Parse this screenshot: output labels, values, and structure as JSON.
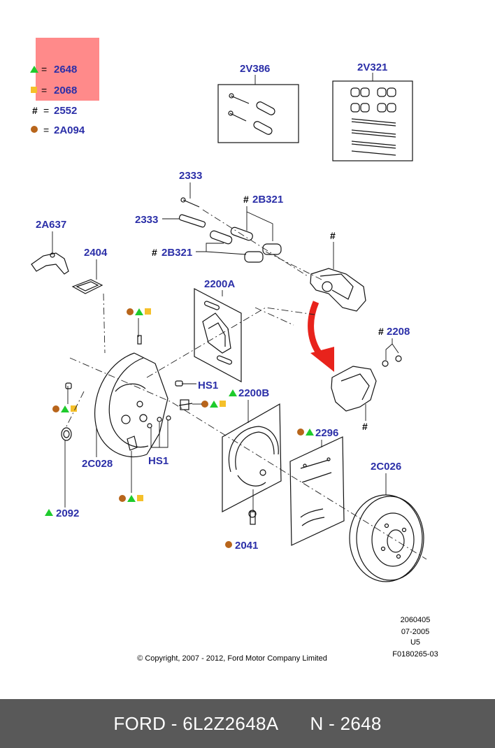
{
  "legend": {
    "triangle_value": "2648",
    "square_value": "2068",
    "hash_symbol": "#",
    "hash_value": "2552",
    "circle_value": "2A094",
    "equals": "=",
    "highlight_color": "#ff8a8a"
  },
  "symbols": {
    "hash": "#",
    "triangle_color": "#1ecb2c",
    "square_color": "#f5c02a",
    "circle_color": "#b8651b",
    "arrow_color": "#e8231c"
  },
  "parts": {
    "p_2v386": "2V386",
    "p_2v321": "2V321",
    "p_2333_top": "2333",
    "p_2333_mid": "2333",
    "p_2b321_top": "2B321",
    "p_2b321_left": "2B321",
    "p_2a637": "2A637",
    "p_2404": "2404",
    "p_2200a": "2200A",
    "p_2208": "2208",
    "p_hs1_right": "HS1",
    "p_hs1_bottom": "HS1",
    "p_2200b": "2200B",
    "p_2296": "2296",
    "p_2c028": "2C028",
    "p_2c026": "2C026",
    "p_2092": "2092",
    "p_2041": "2041"
  },
  "info": {
    "line1": "2060405",
    "line2": "07-2005",
    "line3": "U5",
    "line4": "F0180265-03"
  },
  "copyright": "© Copyright, 2007 - 2012, Ford Motor Company Limited",
  "footer": {
    "left": "FORD - 6L2Z2648A",
    "right": "N - 2648"
  }
}
